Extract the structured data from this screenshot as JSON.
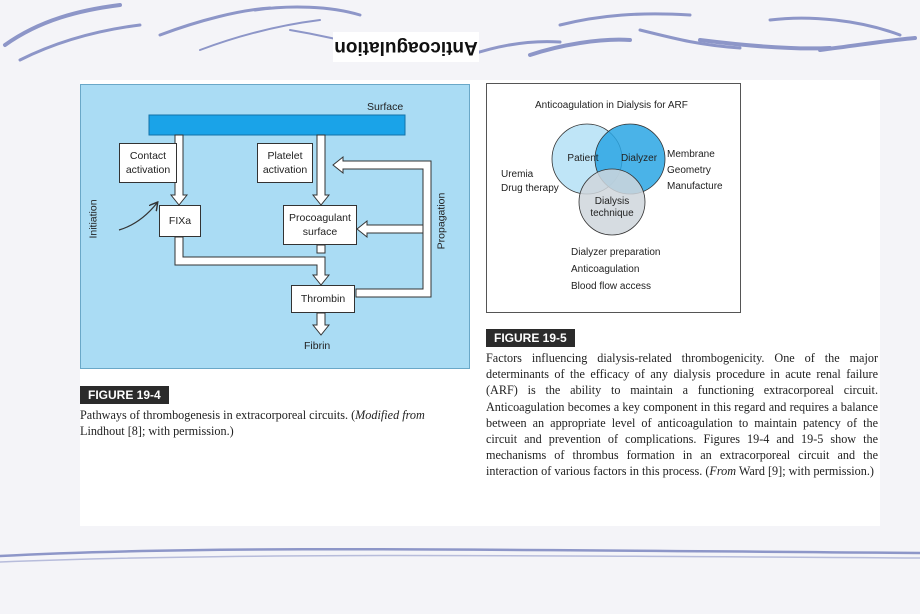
{
  "slide": {
    "title": "Anticoagulation"
  },
  "figure4": {
    "badge": "FIGURE 19-4",
    "caption_pre": "Pathways of thrombogenesis in extracorporeal circuits. (",
    "caption_em1": "Modified from",
    "caption_post": " Lindhout [8]; with permission.)",
    "diagram": {
      "surface_label": "Surface",
      "contact_activation": "Contact\nactivation",
      "platelet_activation": "Platelet\nactivation",
      "fixa": "FIXa",
      "procoagulant_surface": "Procoagulant\nsurface",
      "thrombin": "Thrombin",
      "fibrin": "Fibrin",
      "initiation": "Initiation",
      "propagation": "Propagation"
    }
  },
  "figure5": {
    "badge": "FIGURE 19-5",
    "diagram": {
      "title": "Anticoagulation in Dialysis for ARF",
      "patient": "Patient",
      "dialyzer": "Dialyzer",
      "dialysis_technique": "Dialysis\ntechnique",
      "patient_factors": [
        "Uremia",
        "Drug therapy"
      ],
      "dialyzer_factors": [
        "Membrane",
        "Geometry",
        "Manufacture"
      ],
      "technique_factors": [
        "Dialyzer preparation",
        "Anticoagulation",
        "Blood flow access"
      ]
    },
    "caption_main": "Factors influencing dialysis-related thrombogenicity. One of the major determinants of the efficacy of any dialysis procedure in acute renal failure (ARF) is the ability to maintain a functioning extracorporeal circuit. Anticoagulation becomes a key component in this regard and requires a balance between an appropriate level of anticoagulation to maintain patency of the circuit and prevention of complications. Figures 19-4 and 19-5 show the mechanisms of thrombus formation in an extracorporeal circuit and the interaction of various factors in this process. (",
    "caption_em": "From",
    "caption_post": " Ward [9]; with permission.)"
  },
  "colors": {
    "diagram_bg": "#aadcf4",
    "surface_bar": "#1aa3e8",
    "patient_circle": "#b8e2f6",
    "dialyzer_circle": "#2aa6e4",
    "technique_circle": "#cfd6dc",
    "texture": "#7c86c0"
  }
}
